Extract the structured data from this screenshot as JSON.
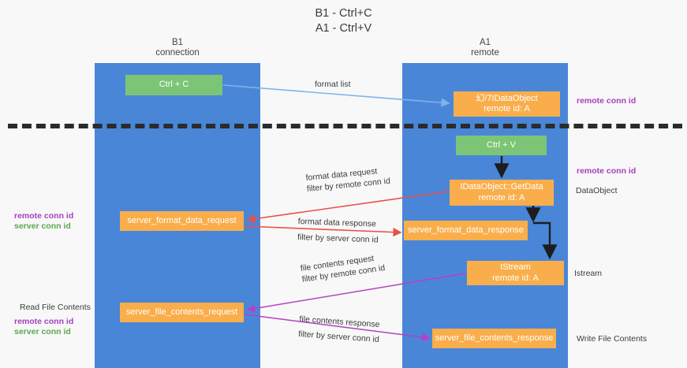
{
  "title": {
    "line1": "B1 - Ctrl+C",
    "line2": "A1 - Ctrl+V"
  },
  "lanes": {
    "left": {
      "name": "B1",
      "role": "connection"
    },
    "right": {
      "name": "A1",
      "role": "remote"
    }
  },
  "nodes": {
    "ctrl_c": {
      "label": "Ctrl + C",
      "color": "#7cc576"
    },
    "idataobject_top": {
      "label": "幻/7IDataObject",
      "sub": "remote id: A",
      "color": "#f9ae4b"
    },
    "ctrl_v": {
      "label": "Ctrl + V",
      "color": "#7cc576"
    },
    "getdata": {
      "label": "IDataObject::GetData",
      "sub": "remote id: A",
      "color": "#f9ae4b"
    },
    "server_format_data_request": {
      "label": "server_format_data_request",
      "color": "#f9ae4b"
    },
    "server_format_data_response": {
      "label": "server_format_data_response",
      "color": "#f9ae4b"
    },
    "istream": {
      "label": "IStream",
      "sub": "remote id: A",
      "color": "#f9ae4b"
    },
    "server_file_contents_request": {
      "label": "server_file_contents_request",
      "color": "#f9ae4b"
    },
    "server_file_contents_response": {
      "label": "server_file_contents_response",
      "color": "#f9ae4b"
    }
  },
  "edge_labels": {
    "format_list": "format list",
    "format_data_request": "format data request",
    "format_data_request_filter_prefix": "filter by ",
    "format_data_request_filter_value": "remote conn id",
    "format_data_response": "format data response",
    "format_data_response_filter_prefix": "filter by ",
    "format_data_response_filter_value": "server conn id",
    "file_contents_request": "file contents request",
    "file_contents_request_filter_prefix": "filter by ",
    "file_contents_request_filter_value": "remote conn id",
    "file_contents_response": "file contents response",
    "file_contents_response_filter_prefix": "filter by ",
    "file_contents_response_filter_value": "server conn id"
  },
  "annotations": {
    "remote_conn_id_top": "remote conn id",
    "remote_conn_id_mid": "remote conn id",
    "dataobject": "DataObject",
    "istream": "Istream",
    "write_file_contents": "Write File Contents",
    "read_file_contents": "Read File Contents",
    "legend_remote_conn_id_1": "remote conn id",
    "legend_server_conn_id_1": "server conn id",
    "legend_remote_conn_id_2": "remote conn id",
    "legend_server_conn_id_2": "server conn id"
  },
  "colors": {
    "lane": "#4a86d8",
    "green_box": "#7cc576",
    "orange_box": "#f9ae4b",
    "purple_text": "#a63fbf",
    "green_text": "#5aa84f",
    "arrow_blue": "#7fb4e8",
    "arrow_red": "#e8504a",
    "arrow_magenta": "#b83fc4",
    "arrow_black": "#1d1d1d",
    "divider": "#2b2b2b",
    "background": "#f8f8f8"
  }
}
